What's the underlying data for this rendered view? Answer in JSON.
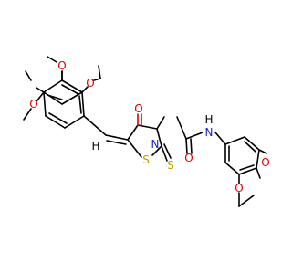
{
  "molecule": {
    "atom_labels": {
      "o_methoxy_1": "O",
      "o_methoxy_2": "O",
      "o_methoxy_3": "O",
      "me_1": "",
      "o_carbonyl_ring": "O",
      "n_ring": "N",
      "s_ring": "S",
      "s_thione": "S",
      "o_amide": "O",
      "nh_amide": "N",
      "h_amide": "H",
      "o_dioxole_1": "O",
      "o_dioxole_2": "O",
      "h_vinyl": "H"
    }
  },
  "colors": {
    "carbon": "#000000",
    "oxygen": "#e00000",
    "nitrogen": "#2020e0",
    "sulfur": "#b8a000"
  }
}
